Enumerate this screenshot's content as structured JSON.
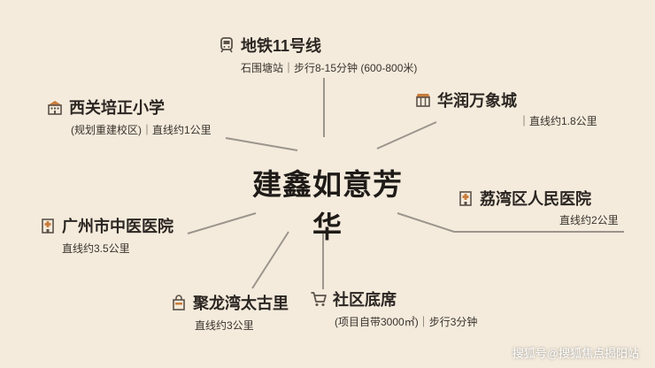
{
  "center": {
    "title": "建鑫如意芳华"
  },
  "nodes": {
    "metro": {
      "title": "地铁11号线",
      "sub": "石围塘站｜步行8-15分钟 (600-800米)",
      "icon": "metro-icon"
    },
    "school": {
      "title": "西关培正小学",
      "sub": "(规划重建校区)｜直线约1公里",
      "icon": "school-building-icon"
    },
    "mall": {
      "title": "华润万象城",
      "sub": "｜直线约1.8公里",
      "icon": "shopping-mall-icon"
    },
    "hospital_liwan": {
      "title": "荔湾区人民医院",
      "sub": "直线约2公里",
      "icon": "hospital-icon"
    },
    "hospital_tcm": {
      "title": "广州市中医医院",
      "sub": "直线约3.5公里",
      "icon": "hospital-icon"
    },
    "ancient_town": {
      "title": "聚龙湾太古里",
      "sub": "直线约3公里",
      "icon": "shopping-bag-icon"
    },
    "community_store": {
      "title": "社区底席",
      "sub": "(项目自带3000㎡)｜步行3分钟",
      "icon": "shopping-cart-icon"
    }
  },
  "watermark": "搜狐号@搜狐焦点揭阳站",
  "colors": {
    "background": "#f4ebdc",
    "line": "#9c958d",
    "icon": "#6d6258",
    "icon_accent": "#c97c3b"
  }
}
